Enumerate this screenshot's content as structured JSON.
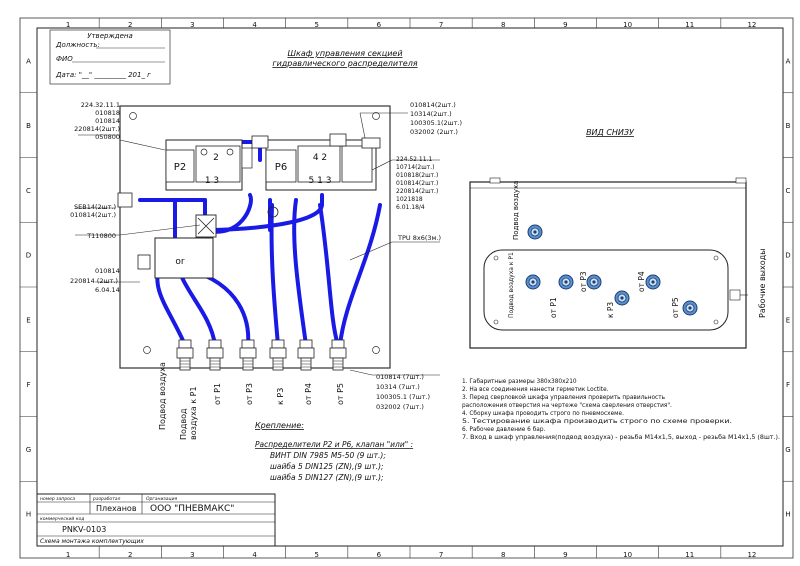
{
  "frame": {
    "columns": [
      "1",
      "2",
      "3",
      "4",
      "5",
      "6",
      "7",
      "8",
      "9",
      "10",
      "11",
      "12"
    ],
    "rows": [
      "A",
      "B",
      "C",
      "D",
      "E",
      "F",
      "G",
      "H"
    ]
  },
  "approval": {
    "title": "Утверждена",
    "position_label": "Должность:",
    "name_label": "ФИО",
    "date_label": "Дата: \"__\" _________ 201_ г"
  },
  "titles": {
    "main": "Шкаф управления секцией",
    "main2": "гидравлического распределителя",
    "bottom_view": "ВИД СНИЗУ"
  },
  "valves": {
    "p2": "P2",
    "p6": "P6",
    "p2_ports": "2",
    "p6_ports": "4  2",
    "p2_lower": "1  3",
    "p6_lower": "5  1  3"
  },
  "callouts": {
    "top_left": [
      "224.32.11.1",
      "010818",
      "010814",
      "220814(2шт.)",
      "050800"
    ],
    "top_right": [
      "010814(2шт.)",
      "10314(2шт.)",
      "100305.1(2шт.)",
      "032002 (2шт.)"
    ],
    "right_mid": [
      "224.52.11.1",
      "10714(2шт.)",
      "010818(2шт.)",
      "010814(2шт.)",
      "220814(2шт.)",
      "1021818",
      "6.01.18/4"
    ],
    "left_sep": [
      "SEB14(2шт.)",
      "010814(2шт.)"
    ],
    "left_tee": "T110800",
    "left_low": [
      "010814",
      "220814 (2шт.)",
      "6.04.14"
    ],
    "tpu": "TPU 8x6(3м.)",
    "bottom_right": [
      "010814 (7шт.)",
      "10314 (7шт.)",
      "100305.1 (7шт.)",
      "032002 (7шт.)"
    ],
    "or_label": "or"
  },
  "port_labels": {
    "supply": "Подвод воздуха",
    "supply2": "Подвод",
    "supply2b": "воздуха к Р1",
    "ot_p1": "от Р1",
    "ot_p3": "от Р3",
    "k_p3": "к Р3",
    "ot_p4": "от Р4",
    "ot_p5": "от Р5"
  },
  "fastening": {
    "title": "Крепление:",
    "line1": "Распределители P2 и P6, клапан \"или\" :",
    "line2": "ВИНТ DIN 7985 М5-50 (9 шт.);",
    "line3": "шайба 5 DIN125 (ZN),(9 шт.);",
    "line4": "шайба 5 DIN127 (ZN),(9 шт.);"
  },
  "notes": [
    "1. Габаритные размеры 380х380х210",
    "2. На все соединения нанести герметик Loctite.",
    "3. Перед сверловкой шкафа управления проверить правильность",
    "расположения отверстия на чертеже \"схема сверления отверстия\".",
    "4. Сборку шкафа проводить строго по пневмосхеме.",
    "5. Тестирование шкафа производить строго по схеме проверки.",
    "6. Рабочее давление 6 бар.",
    "7. Вход в шкаф управления(подвод воздуха) - резьба М14х1,5, выход - резьба М14х1,5 (8шт.)."
  ],
  "bottom_view_labels": {
    "supply": "Подвод воздуха",
    "supply_k_p1": "Подвод воздуха к Р1",
    "ot_p1": "от Р1",
    "ot_p3": "от Р3",
    "k_p3": "к Р3",
    "ot_p4": "от Р4",
    "ot_p5": "от Р5",
    "work_outputs": "Рабочие выходы"
  },
  "title_block": {
    "h_request": "номер запроса",
    "h_developer": "разработал",
    "h_org": "Организация",
    "developer": "Плеханов",
    "org": "ООО \"ПНЕВМАКС\"",
    "h_commercial": "коммерческий код",
    "code": "PNKV-0103",
    "desc": "Схема монтажа комплектующих"
  }
}
